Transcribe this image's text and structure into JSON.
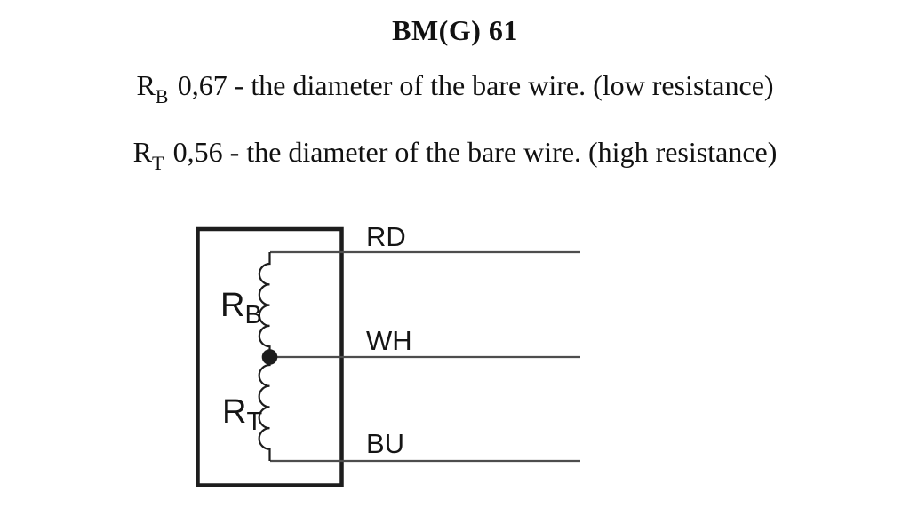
{
  "title": "BM(G) 61",
  "description_lines": [
    {
      "symbol": "R",
      "subscript": "B",
      "text": "0,67 - the diameter of the bare wire. (low resistance)"
    },
    {
      "symbol": "R",
      "subscript": "T",
      "text": "0,56 - the diameter of the bare wire. (high resistance)"
    }
  ],
  "diagram": {
    "component_labels": [
      {
        "symbol": "R",
        "subscript": "B"
      },
      {
        "symbol": "R",
        "subscript": "T"
      }
    ],
    "wire_labels": [
      {
        "label": "RD"
      },
      {
        "label": "WH"
      },
      {
        "label": "BU"
      }
    ],
    "colors": {
      "outline": "#1d1d1d",
      "wire": "#4d4d4d",
      "text": "#151515"
    }
  }
}
